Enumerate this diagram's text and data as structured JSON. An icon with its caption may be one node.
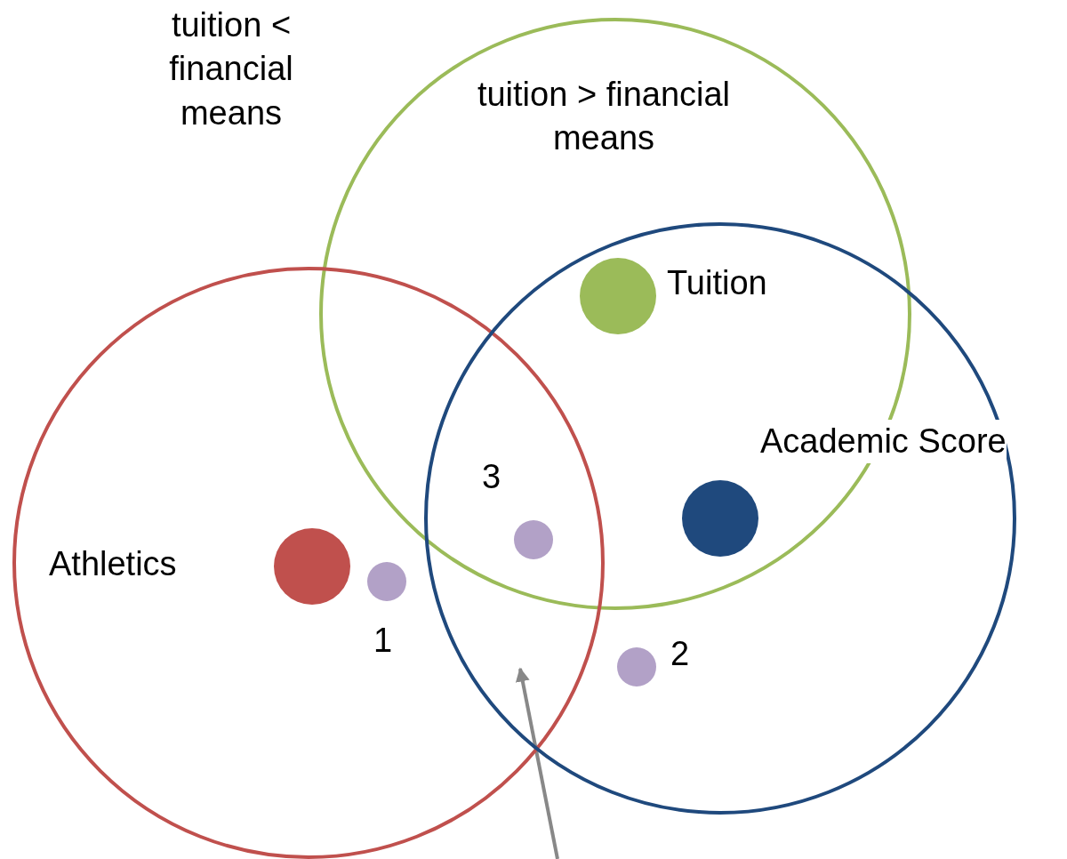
{
  "diagram": {
    "nodes": [
      {
        "text": [
          "tuition > financial means"
        ]
      },
      {
        "text": [],
        "shape": "circle"
      },
      {
        "text": [],
        "shape": "circle"
      },
      {
        "text": [],
        "shape": "circle",
        "beside": [
          "Tuition"
        ]
      },
      {
        "text": [],
        "shape": "circle"
      },
      {
        "text": [],
        "shape": "circle",
        "beside": [
          "Athletics"
        ],
        "in": 1
      },
      {
        "text": [],
        "shape": "circle",
        "beside": [
          "1"
        ]
      },
      {
        "text": [],
        "shape": "circle"
      },
      {
        "text": [],
        "shape": "circle",
        "beside": [
          "2"
        ],
        "in": 2
      }
    ],
    "edges": [],
    "labels": [
      "tuition < financial means",
      "Academic Score",
      "3"
    ]
  }
}
